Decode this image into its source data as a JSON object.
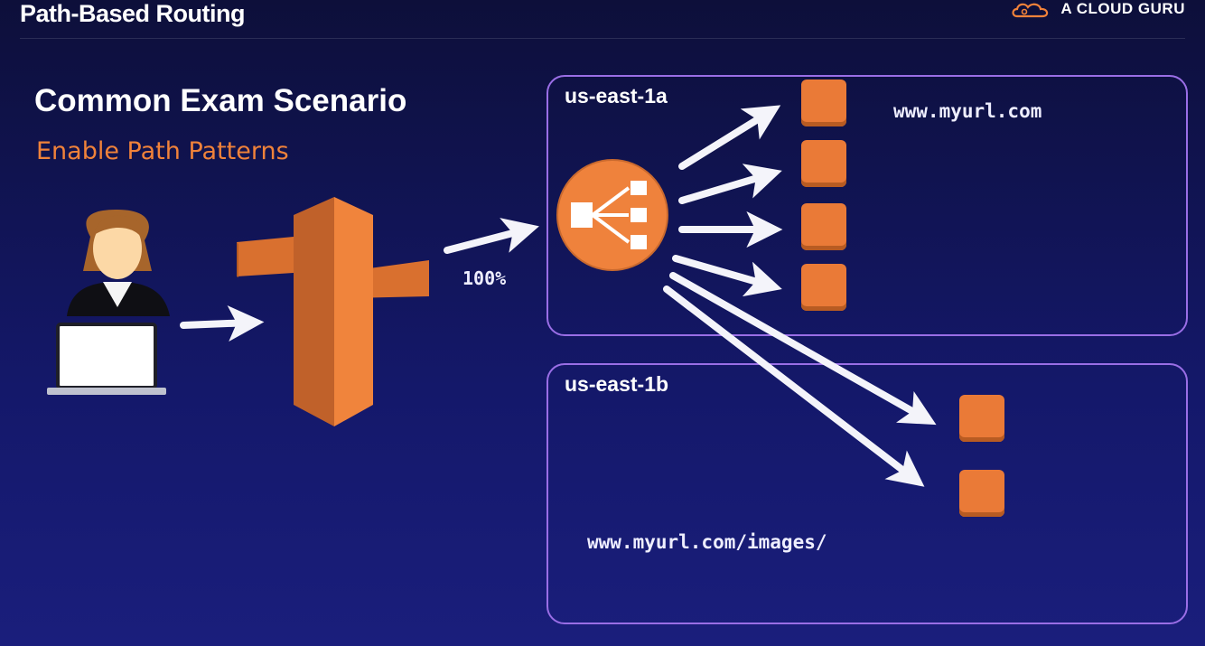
{
  "header": {
    "title": "Path-Based Routing",
    "brand": "A CLOUD GURU"
  },
  "slide": {
    "heading": "Common Exam Scenario",
    "subheading": "Enable Path Patterns"
  },
  "diagram": {
    "traffic_label": "100%",
    "zone_a": {
      "label": "us-east-1a",
      "url": "www.myurl.com"
    },
    "zone_b": {
      "label": "us-east-1b",
      "url": "www.myurl.com/images/"
    }
  },
  "colors": {
    "background": "#14186a",
    "accent_orange": "#ea7a37",
    "zone_border": "#9a6ee6"
  },
  "icons": [
    "user-laptop-icon",
    "route53-icon",
    "load-balancer-icon",
    "ec2-instance-icon",
    "cloud-logo-icon"
  ]
}
